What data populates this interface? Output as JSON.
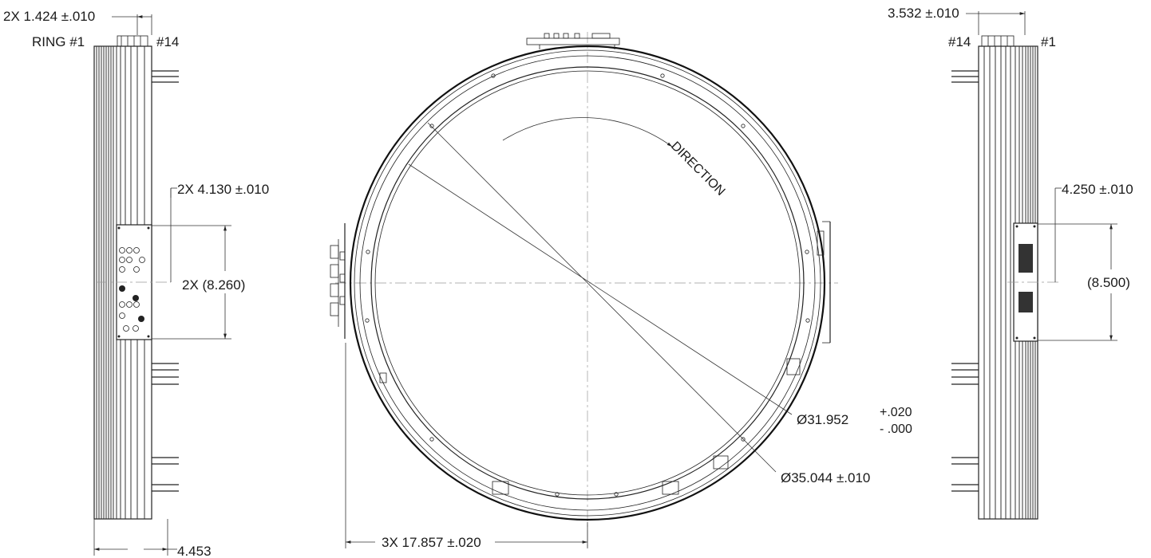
{
  "left_view": {
    "ring_first": "RING #1",
    "ring_last": "#14",
    "spacing_dim": "2X 1.424 ±.010",
    "port_offset_dim": "2X 4.130 ±.010",
    "port_span_dim": "2X (8.260)",
    "width_dim": "4.453"
  },
  "center_view": {
    "direction_label": "DIRECTION",
    "inner_dia_value": "Ø31.952",
    "inner_dia_tol_upper": "+.020",
    "inner_dia_tol_lower": "- .000",
    "outer_dia": "Ø35.044 ±.010",
    "radius_dim": "3X 17.857 ±.020"
  },
  "right_view": {
    "ring_first": "#14",
    "ring_last": "#1",
    "spacing_dim": "3.532 ±.010",
    "port_offset_dim": "4.250 ±.010",
    "port_span_dim": "(8.500)"
  }
}
